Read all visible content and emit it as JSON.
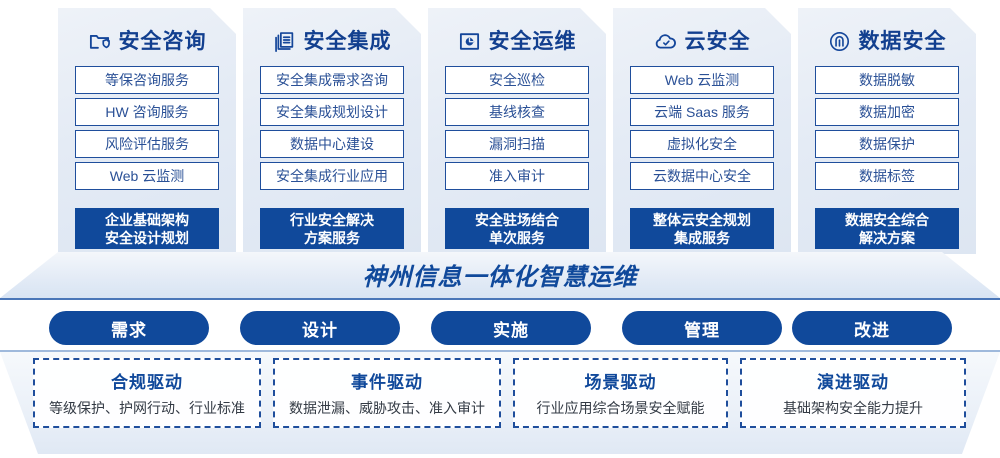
{
  "pillars": [
    {
      "icon": "folder-shield-icon",
      "title": "安全咨询",
      "items": [
        "等保咨询服务",
        "HW 咨询服务",
        "风险评估服务",
        "Web 云监测"
      ],
      "summary_line1": "企业基础架构",
      "summary_line2": "安全设计规划"
    },
    {
      "icon": "stacked-documents-icon",
      "title": "安全集成",
      "items": [
        "安全集成需求咨询",
        "安全集成规划设计",
        "数据中心建设",
        "安全集成行业应用"
      ],
      "summary_line1": "行业安全解决",
      "summary_line2": "方案服务"
    },
    {
      "icon": "monitor-chart-icon",
      "title": "安全运维",
      "items": [
        "安全巡检",
        "基线核查",
        "漏洞扫描",
        "准入审计"
      ],
      "summary_line1": "安全驻场结合",
      "summary_line2": "单次服务"
    },
    {
      "icon": "cloud-check-icon",
      "title": "云安全",
      "items": [
        "Web 云监测",
        "云端 Saas 服务",
        "虚拟化安全",
        "云数据中心安全"
      ],
      "summary_line1": "整体云安全规划",
      "summary_line2": "集成服务"
    },
    {
      "icon": "fingerprint-icon",
      "title": "数据安全",
      "items": [
        "数据脱敏",
        "数据加密",
        "数据保护",
        "数据标签"
      ],
      "summary_line1": "数据安全综合",
      "summary_line2": "解决方案"
    }
  ],
  "banner": {
    "text": "神州信息一体化智慧运维"
  },
  "process": {
    "steps": [
      "需求",
      "设计",
      "实施",
      "管理",
      "改进"
    ]
  },
  "drivers": [
    {
      "title": "合规驱动",
      "desc": "等级保护、护网行动、行业标准"
    },
    {
      "title": "事件驱动",
      "desc": "数据泄漏、威胁攻击、准入审计"
    },
    {
      "title": "场景驱动",
      "desc": "行业应用综合场景安全赋能"
    },
    {
      "title": "演进驱动",
      "desc": "基础架构安全能力提升"
    }
  ],
  "colors": {
    "brand_blue": "#10499b",
    "title_blue": "#123f8f",
    "item_border": "#1f4e9c",
    "item_text": "#2a5096",
    "panel_bg": "#e4ebf5"
  }
}
